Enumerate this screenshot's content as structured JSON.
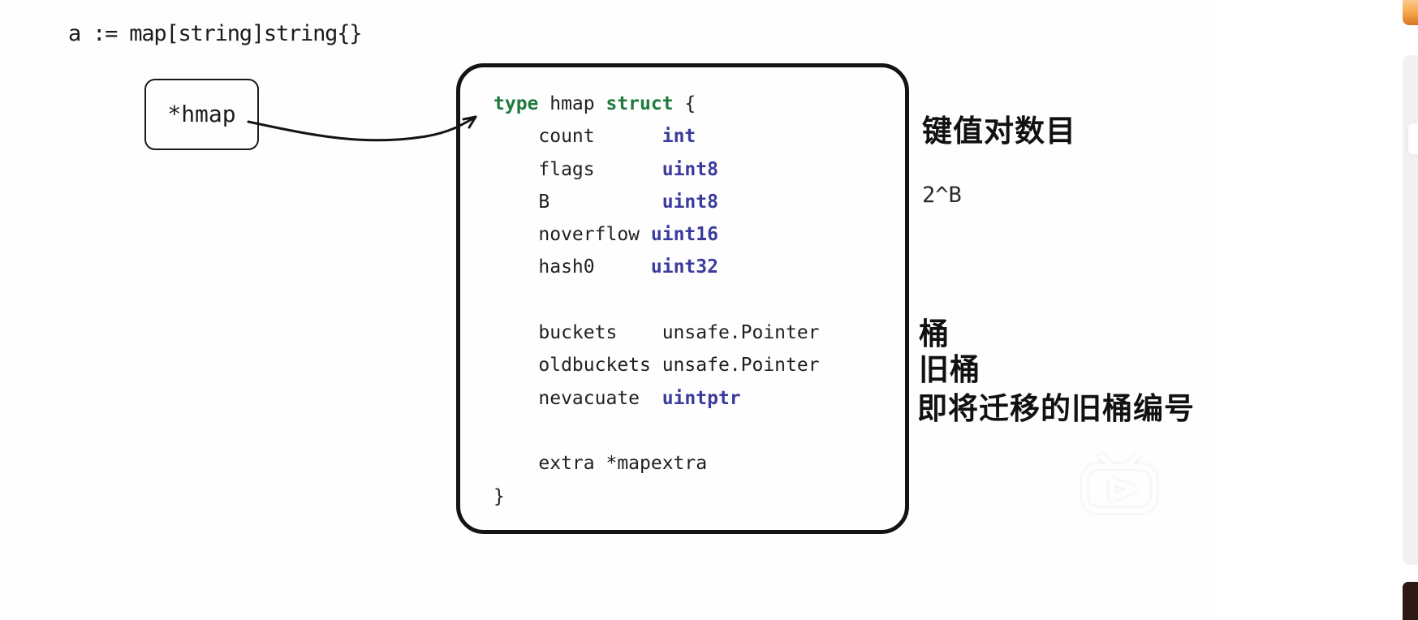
{
  "board": {
    "declaration": "a := map[string]string{}",
    "pointer_box_label": "*hmap"
  },
  "struct_code": {
    "lines": [
      [
        {
          "t": "type",
          "c": "kw"
        },
        {
          "t": " hmap ",
          "c": "pl"
        },
        {
          "t": "struct",
          "c": "kw"
        },
        {
          "t": " {",
          "c": "pl"
        }
      ],
      [
        {
          "t": "    count      ",
          "c": "pl"
        },
        {
          "t": "int",
          "c": "ty"
        }
      ],
      [
        {
          "t": "    flags      ",
          "c": "pl"
        },
        {
          "t": "uint8",
          "c": "ty"
        }
      ],
      [
        {
          "t": "    B          ",
          "c": "pl"
        },
        {
          "t": "uint8",
          "c": "ty"
        }
      ],
      [
        {
          "t": "    noverflow ",
          "c": "pl"
        },
        {
          "t": "uint16",
          "c": "ty"
        }
      ],
      [
        {
          "t": "    hash0     ",
          "c": "pl"
        },
        {
          "t": "uint32",
          "c": "ty"
        }
      ],
      [
        {
          "t": "",
          "c": "pl"
        }
      ],
      [
        {
          "t": "    buckets    unsafe.Pointer",
          "c": "pl"
        }
      ],
      [
        {
          "t": "    oldbuckets unsafe.Pointer",
          "c": "pl"
        }
      ],
      [
        {
          "t": "    nevacuate  ",
          "c": "pl"
        },
        {
          "t": "uintptr",
          "c": "ty"
        }
      ],
      [
        {
          "t": "",
          "c": "pl"
        }
      ],
      [
        {
          "t": "    extra *mapextra",
          "c": "pl"
        }
      ],
      [
        {
          "t": "}",
          "c": "pl"
        }
      ]
    ]
  },
  "annotations": {
    "count_note": "键值对数目",
    "b_note": "2^B",
    "buckets_note": "桶",
    "oldbuckets_note": "旧桶",
    "nevacuate_note": "即将迁移的旧桶编号"
  },
  "colors": {
    "keyword_green": "#1f7a3d",
    "type_blue": "#3b3b9e",
    "ink_black": "#141414",
    "rail_panel_gray": "#f0f1f3",
    "rail_tab_orange": "#f6a94e"
  },
  "watermark": {
    "name": "bilibili-play-logo"
  }
}
